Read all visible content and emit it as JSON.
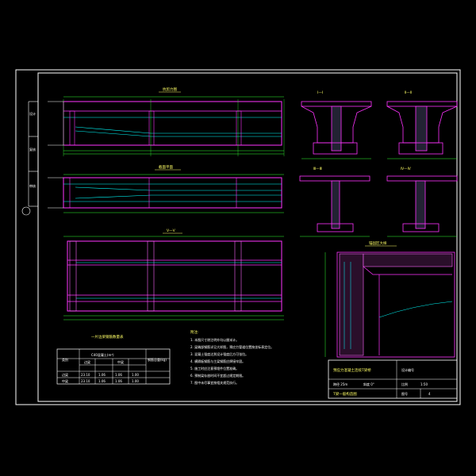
{
  "views": {
    "elevation_title": "抗剪力图",
    "plan_title": "截面平面",
    "section_vv": "Ⅴ—Ⅴ",
    "detail_title": "锚固区大样"
  },
  "sections": {
    "s1": "Ⅰ—Ⅰ",
    "s2": "Ⅱ—Ⅱ",
    "s3": "Ⅲ—Ⅲ",
    "s4": "Ⅳ—Ⅳ"
  },
  "side_labels": [
    "设计",
    "复核",
    "审核"
  ],
  "table": {
    "title": "一片边梁钢筋数量表",
    "headers": [
      "类别",
      "C40混凝土(m³)",
      "钢筋总重(kg)"
    ],
    "sub_headers": [
      "边梁",
      "中梁"
    ],
    "rows": [
      [
        "边梁",
        "23.10",
        "1.06",
        "1.06",
        "1.00"
      ],
      [
        "中梁",
        "23.10",
        "1.06",
        "1.06",
        "1.00"
      ]
    ]
  },
  "notes": {
    "heading": "附注:",
    "items": [
      "1. 本图尺寸除注明外均以厘米计。",
      "2. 梁端部钢筋详见大样图，预应力管道位置按坐标表定位。",
      "3. 混凝土强度达到设计强度后方可张拉。",
      "4. 横隔板钢筋与主梁钢筋应焊接牢固。",
      "5. 施工时应注意预埋件位置准确。",
      "6. 预制梁存放时间不宜超过规定期限。",
      "7. 图中未尽事宜按相关规范执行。"
    ]
  },
  "title_block": {
    "project": "预应力混凝土连续T梁桥",
    "drawing_name": "T梁一般构造图",
    "span_label": "跨径 25m",
    "skew_label": "斜度 0°",
    "design_no_label": "设计编号",
    "scale_label": "比例",
    "scale_value": "1:50",
    "sheet_label": "图号",
    "sheet_value": "4"
  },
  "colors": {
    "background": "#000000",
    "frame": "#ffffff",
    "outline": "#ff33ff",
    "rebar": "#00ffff",
    "dimension": "#33ff33",
    "label": "#ffff66",
    "hatch": "#ff66ff"
  }
}
